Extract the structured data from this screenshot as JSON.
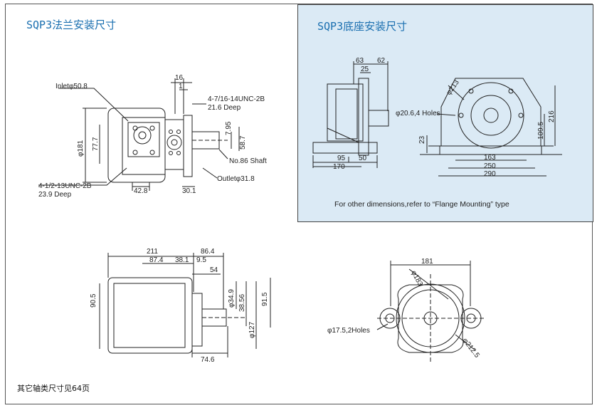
{
  "titles": {
    "flange": "SQP3法兰安装尺寸",
    "base": "SQP3底座安装尺寸"
  },
  "flange_view": {
    "inlet": "Inletφ50.8",
    "thread_top": "4-7/16-14UNC-2B",
    "depth_top": "21.6 Deep",
    "shaft": "No.86 Shaft",
    "outlet": "Outletφ31.8",
    "thread_bottom": "4-1/2-13UNC-2B",
    "depth_bottom": "23.9 Deep",
    "d16": "16",
    "d1": "1",
    "d181": "φ181",
    "d77_7": "77.7",
    "d7_95": "7.95",
    "d58_7": "58.7",
    "d42_8": "42.8",
    "d30_1": "30.1"
  },
  "base_view": {
    "d63": "63",
    "d62": "62",
    "d25": "25",
    "holes": "φ20.6,4 Holes",
    "d213": "φ213",
    "d216": "216",
    "d109_5": "109.5",
    "d23": "23",
    "d95": "95",
    "d50": "50",
    "d170": "170",
    "d163": "163",
    "d250": "250",
    "d290": "290",
    "note": "For other dimensions,refer to “Flange Mounting” type"
  },
  "side_view": {
    "d211": "211",
    "d86_4": "86.4",
    "d87_4": "87.4",
    "d38_1": "38.1",
    "d9_5": "9.5",
    "d54": "54",
    "d90_5": "90.5",
    "d34_9": "φ34.9",
    "d38_56": "38.56",
    "d91_5": "91.5",
    "d127": "φ127",
    "d74_6": "74.6"
  },
  "front_view": {
    "d181": "181",
    "d183": "φ183",
    "holes": "φ17.5,2Holes",
    "d212_5": "φ212.5"
  },
  "footnote": "其它轴类尺寸见64页"
}
